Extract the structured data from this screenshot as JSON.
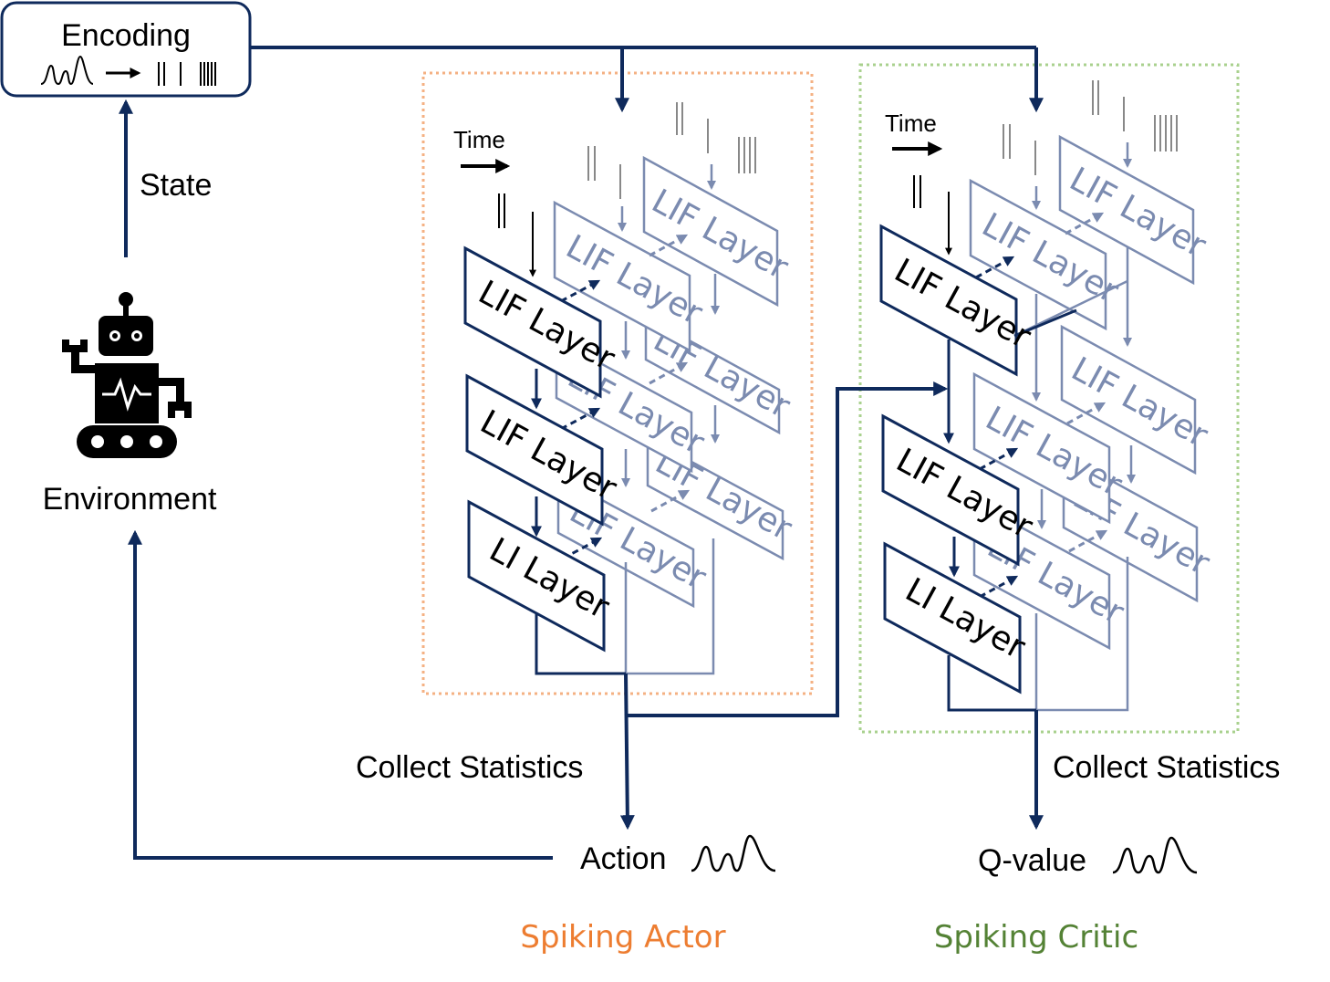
{
  "encoding": {
    "label": "Encoding"
  },
  "state_label": "State",
  "environment_label": "Environment",
  "time_labels": {
    "actor": "Time",
    "critic": "Time"
  },
  "collect_labels": {
    "actor": "Collect Statistics",
    "critic": "Collect Statistics"
  },
  "outputs": {
    "action": "Action",
    "qvalue": "Q-value"
  },
  "titles": {
    "actor": "Spiking Actor",
    "critic": "Spiking Critic"
  },
  "layer_labels": {
    "lif": "LIF Layer",
    "li": "LI Layer"
  },
  "colors": {
    "line": "#0f2a5c",
    "faded": "#7b8bb0",
    "actor_box": "#f4b183",
    "critic_box": "#a9d18e",
    "actor_title": "#ed7d31",
    "critic_title": "#548235"
  },
  "icons": [
    "robot-icon",
    "spike-train-icon",
    "waveform-icon",
    "arrow-icon"
  ]
}
